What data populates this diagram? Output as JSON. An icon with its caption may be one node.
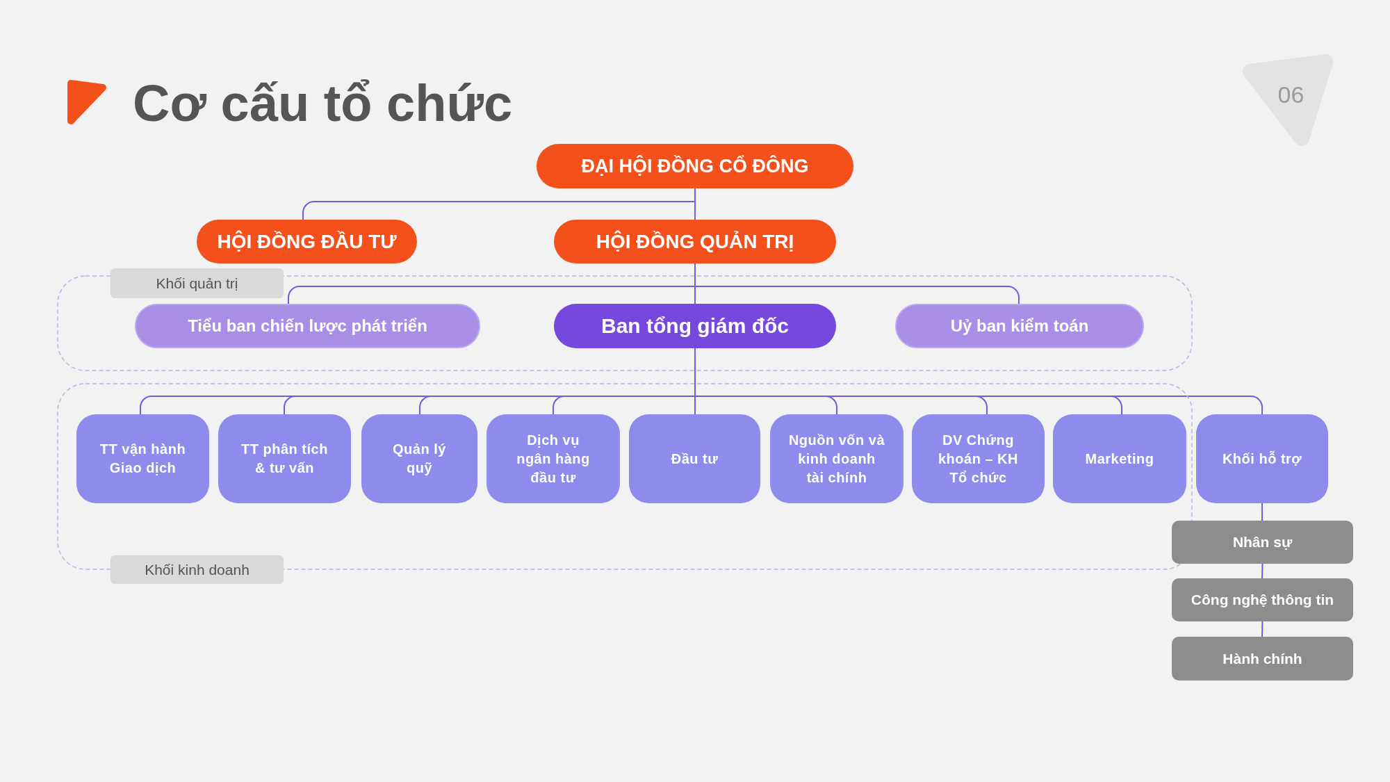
{
  "diagram": {
    "title": "Cơ cấu tổ chức",
    "nodes": [
      {
        "text": [
          "06"
        ]
      },
      {
        "text": [
          "ĐẠI HỘI ĐỒNG CỔ ĐÔNG"
        ]
      },
      {
        "text": [
          "HỘI ĐỒNG ĐẦU TƯ"
        ]
      },
      {
        "text": [
          "HỘI ĐỒNG QUẢN TRỊ"
        ]
      },
      {
        "text": [
          "Khối quản trị"
        ]
      },
      {
        "text": [
          "Tiểu ban chiến lược phát triển"
        ],
        "in": 4
      },
      {
        "text": [
          "Ban tổng giám đốc"
        ],
        "in": 4
      },
      {
        "text": [
          "Uỷ ban kiểm toán"
        ],
        "in": 4
      },
      {
        "text": [
          "Khối kinh doanh"
        ]
      },
      {
        "text": [
          "TT vận hành Giao dịch"
        ],
        "in": 8
      },
      {
        "text": [
          "TT phân tích & tư vấn"
        ],
        "in": 8
      },
      {
        "text": [
          "Quản lý quỹ"
        ],
        "in": 8
      },
      {
        "text": [
          "Dịch vụ ngân hàng đầu tư"
        ],
        "in": 8
      },
      {
        "text": [
          "Đầu tư"
        ],
        "in": 8
      },
      {
        "text": [
          "Nguồn vốn và kinh doanh tài chính"
        ],
        "in": 8
      },
      {
        "text": [
          "DV Chứng khoán – KH Tổ chức"
        ],
        "in": 8
      },
      {
        "text": [
          "Marketing"
        ],
        "in": 8
      },
      {
        "text": [
          "Khối hỗ trợ"
        ]
      },
      {
        "text": [
          "Nhân sự"
        ]
      },
      {
        "text": [
          "Công nghệ thông tin"
        ]
      },
      {
        "text": [
          "Hành chính"
        ]
      }
    ],
    "edges": [
      {
        "from": 1,
        "to": 2,
        "arrow": "none"
      },
      {
        "from": 1,
        "to": 3,
        "arrow": "none"
      },
      {
        "from": 3,
        "to": 5,
        "arrow": "none"
      },
      {
        "from": 3,
        "to": 6,
        "arrow": "none"
      },
      {
        "from": 3,
        "to": 7,
        "arrow": "none"
      },
      {
        "from": 6,
        "to": 9,
        "arrow": "none"
      },
      {
        "from": 6,
        "to": 10,
        "arrow": "none"
      },
      {
        "from": 6,
        "to": 11,
        "arrow": "none"
      },
      {
        "from": 6,
        "to": 12,
        "arrow": "none"
      },
      {
        "from": 6,
        "to": 13,
        "arrow": "none"
      },
      {
        "from": 6,
        "to": 14,
        "arrow": "none"
      },
      {
        "from": 6,
        "to": 15,
        "arrow": "none"
      },
      {
        "from": 6,
        "to": 16,
        "arrow": "none"
      },
      {
        "from": 6,
        "to": 17,
        "arrow": "none"
      },
      {
        "from": 17,
        "to": 18,
        "arrow": "none"
      },
      {
        "from": 18,
        "to": 19,
        "arrow": "none"
      },
      {
        "from": 19,
        "to": 20,
        "arrow": "none"
      }
    ]
  }
}
